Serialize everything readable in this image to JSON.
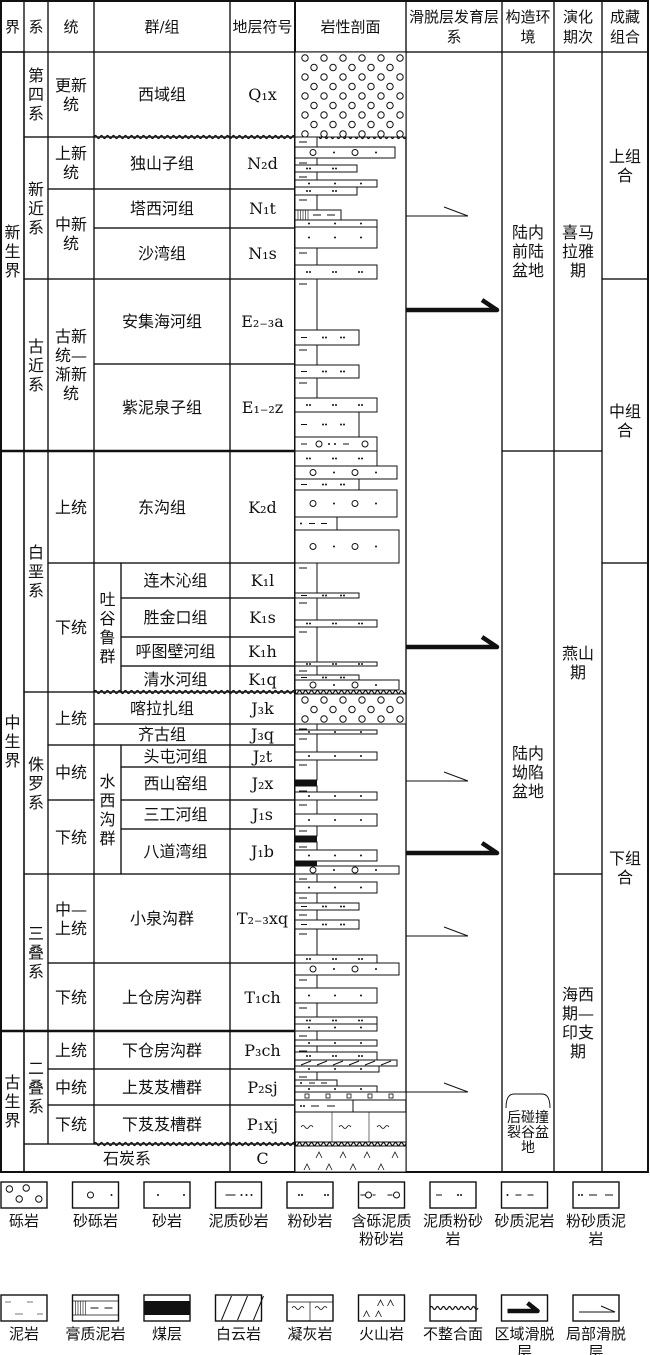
{
  "header": {
    "erathem": "界",
    "system": "系",
    "series": "统",
    "group_formation": "群/组",
    "symbol": "地层符号",
    "lithology": "岩性剖面",
    "detachment": "滑脱层发育层系",
    "tectonic": "构造环境",
    "evolution": "演化期次",
    "accumulation": "成藏组合"
  },
  "erathems": [
    "新生界",
    "中生界",
    "古生界"
  ],
  "systems": [
    "第四系",
    "新近系",
    "古近系",
    "白垩系",
    "侏罗系",
    "三叠系",
    "二叠系",
    "石炭系"
  ],
  "series": [
    "更新统",
    "上新统",
    "中新统",
    "古新统—渐新统",
    "上统",
    "下统",
    "上统",
    "中统",
    "下统",
    "中—上统",
    "下统",
    "上统",
    "中统",
    "下统"
  ],
  "groups": [
    "吐谷鲁群",
    "水西沟群"
  ],
  "formations": [
    {
      "name": "西域组",
      "symbol": "Q₁x"
    },
    {
      "name": "独山子组",
      "symbol": "N₂d"
    },
    {
      "name": "塔西河组",
      "symbol": "N₁t"
    },
    {
      "name": "沙湾组",
      "symbol": "N₁s"
    },
    {
      "name": "安集海河组",
      "symbol": "E₂₋₃a"
    },
    {
      "name": "紫泥泉子组",
      "symbol": "E₁₋₂z"
    },
    {
      "name": "东沟组",
      "symbol": "K₂d"
    },
    {
      "name": "连木沁组",
      "symbol": "K₁l"
    },
    {
      "name": "胜金口组",
      "symbol": "K₁s"
    },
    {
      "name": "呼图壁河组",
      "symbol": "K₁h"
    },
    {
      "name": "清水河组",
      "symbol": "K₁q"
    },
    {
      "name": "喀拉扎组",
      "symbol": "J₃k"
    },
    {
      "name": "齐古组",
      "symbol": "J₃q"
    },
    {
      "name": "头屯河组",
      "symbol": "J₂t"
    },
    {
      "name": "西山窑组",
      "symbol": "J₂x"
    },
    {
      "name": "三工河组",
      "symbol": "J₁s"
    },
    {
      "name": "八道湾组",
      "symbol": "J₁b"
    },
    {
      "name": "小泉沟群",
      "symbol": "T₂₋₃xq"
    },
    {
      "name": "上仓房沟群",
      "symbol": "T₁ch"
    },
    {
      "name": "下仓房沟群",
      "symbol": "P₃ch"
    },
    {
      "name": "上芨芨槽群",
      "symbol": "P₂sj"
    },
    {
      "name": "下芨芨槽群",
      "symbol": "P₁xj"
    },
    {
      "name": "石炭系",
      "symbol": "C"
    }
  ],
  "tectonic": [
    "陆内前陆盆地",
    "陆内坳陷盆地",
    "后碰撞裂谷盆地"
  ],
  "evolution": [
    "喜马拉雅期",
    "燕山期",
    "海西期—印支期"
  ],
  "accumulation": [
    "上组合",
    "中组合",
    "下组合"
  ],
  "detachments": [
    {
      "type": "local"
    },
    {
      "type": "regional"
    },
    {
      "type": "regional"
    },
    {
      "type": "local"
    },
    {
      "type": "regional"
    },
    {
      "type": "local"
    },
    {
      "type": "local"
    }
  ],
  "legend": [
    {
      "label": "砾岩",
      "icon": "conglomerate"
    },
    {
      "label": "砂砾岩",
      "icon": "sandy-conglomerate"
    },
    {
      "label": "砂岩",
      "icon": "sandstone"
    },
    {
      "label": "泥质砂岩",
      "icon": "muddy-sandstone"
    },
    {
      "label": "粉砂岩",
      "icon": "siltstone"
    },
    {
      "label": "含砾泥质粉砂岩",
      "icon": "pebbly-muddy-siltstone"
    },
    {
      "label": "泥质粉砂岩",
      "icon": "muddy-siltstone"
    },
    {
      "label": "砂质泥岩",
      "icon": "sandy-mudstone"
    },
    {
      "label": "粉砂质泥岩",
      "icon": "silty-mudstone"
    },
    {
      "label": "泥岩",
      "icon": "mudstone"
    },
    {
      "label": "膏质泥岩",
      "icon": "gypsum-mudstone"
    },
    {
      "label": "煤层",
      "icon": "coal"
    },
    {
      "label": "白云岩",
      "icon": "dolomite"
    },
    {
      "label": "凝灰岩",
      "icon": "tuff"
    },
    {
      "label": "火山岩",
      "icon": "volcanic"
    },
    {
      "label": "不整合面",
      "icon": "unconformity"
    },
    {
      "label": "区域滑脱层",
      "icon": "regional-detachment"
    },
    {
      "label": "局部滑脱层",
      "icon": "local-detachment"
    }
  ]
}
